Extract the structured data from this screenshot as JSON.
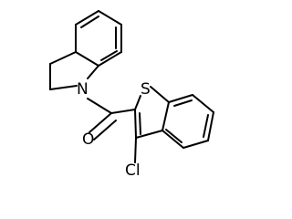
{
  "molecule": {
    "atoms": {
      "nitrogen": "N",
      "sulfur": "S",
      "oxygen": "O",
      "chlorine": "Cl"
    },
    "colors": {
      "bond": "#000000",
      "label": "#000000",
      "background": "#ffffff"
    }
  }
}
